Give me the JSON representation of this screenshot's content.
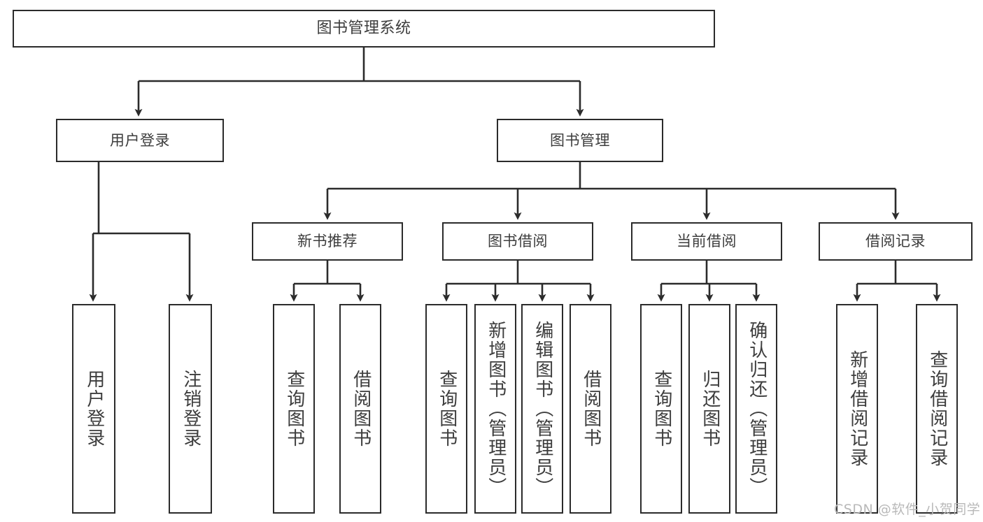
{
  "diagram": {
    "title": "图书管理系统",
    "type": "tree-hierarchy",
    "root": {
      "label": "图书管理系统"
    },
    "level2": [
      {
        "label": "用户登录"
      },
      {
        "label": "图书管理"
      }
    ],
    "level3": [
      {
        "label": "新书推荐"
      },
      {
        "label": "图书借阅"
      },
      {
        "label": "当前借阅"
      },
      {
        "label": "借阅记录"
      }
    ],
    "leaves": {
      "user_login": [
        {
          "label": "用户登录"
        },
        {
          "label": "注销登录"
        }
      ],
      "new_book_recommend": [
        {
          "label": "查询图书"
        },
        {
          "label": "借阅图书"
        }
      ],
      "book_borrow": [
        {
          "label": "查询图书"
        },
        {
          "label": "新增图书（管理员）"
        },
        {
          "label": "编辑图书（管理员）"
        },
        {
          "label": "借阅图书"
        }
      ],
      "current_borrow": [
        {
          "label": "查询图书"
        },
        {
          "label": "归还图书"
        },
        {
          "label": "确认归还（管理员）"
        }
      ],
      "borrow_record": [
        {
          "label": "新增借阅记录"
        },
        {
          "label": "查询借阅记录"
        }
      ]
    },
    "watermark": "CSDN @软件_小贺同学",
    "colors": {
      "stroke": "#2b2b2b",
      "text": "#3d3d3d",
      "background": "#ffffff",
      "watermark": "#b9b9b9"
    }
  }
}
